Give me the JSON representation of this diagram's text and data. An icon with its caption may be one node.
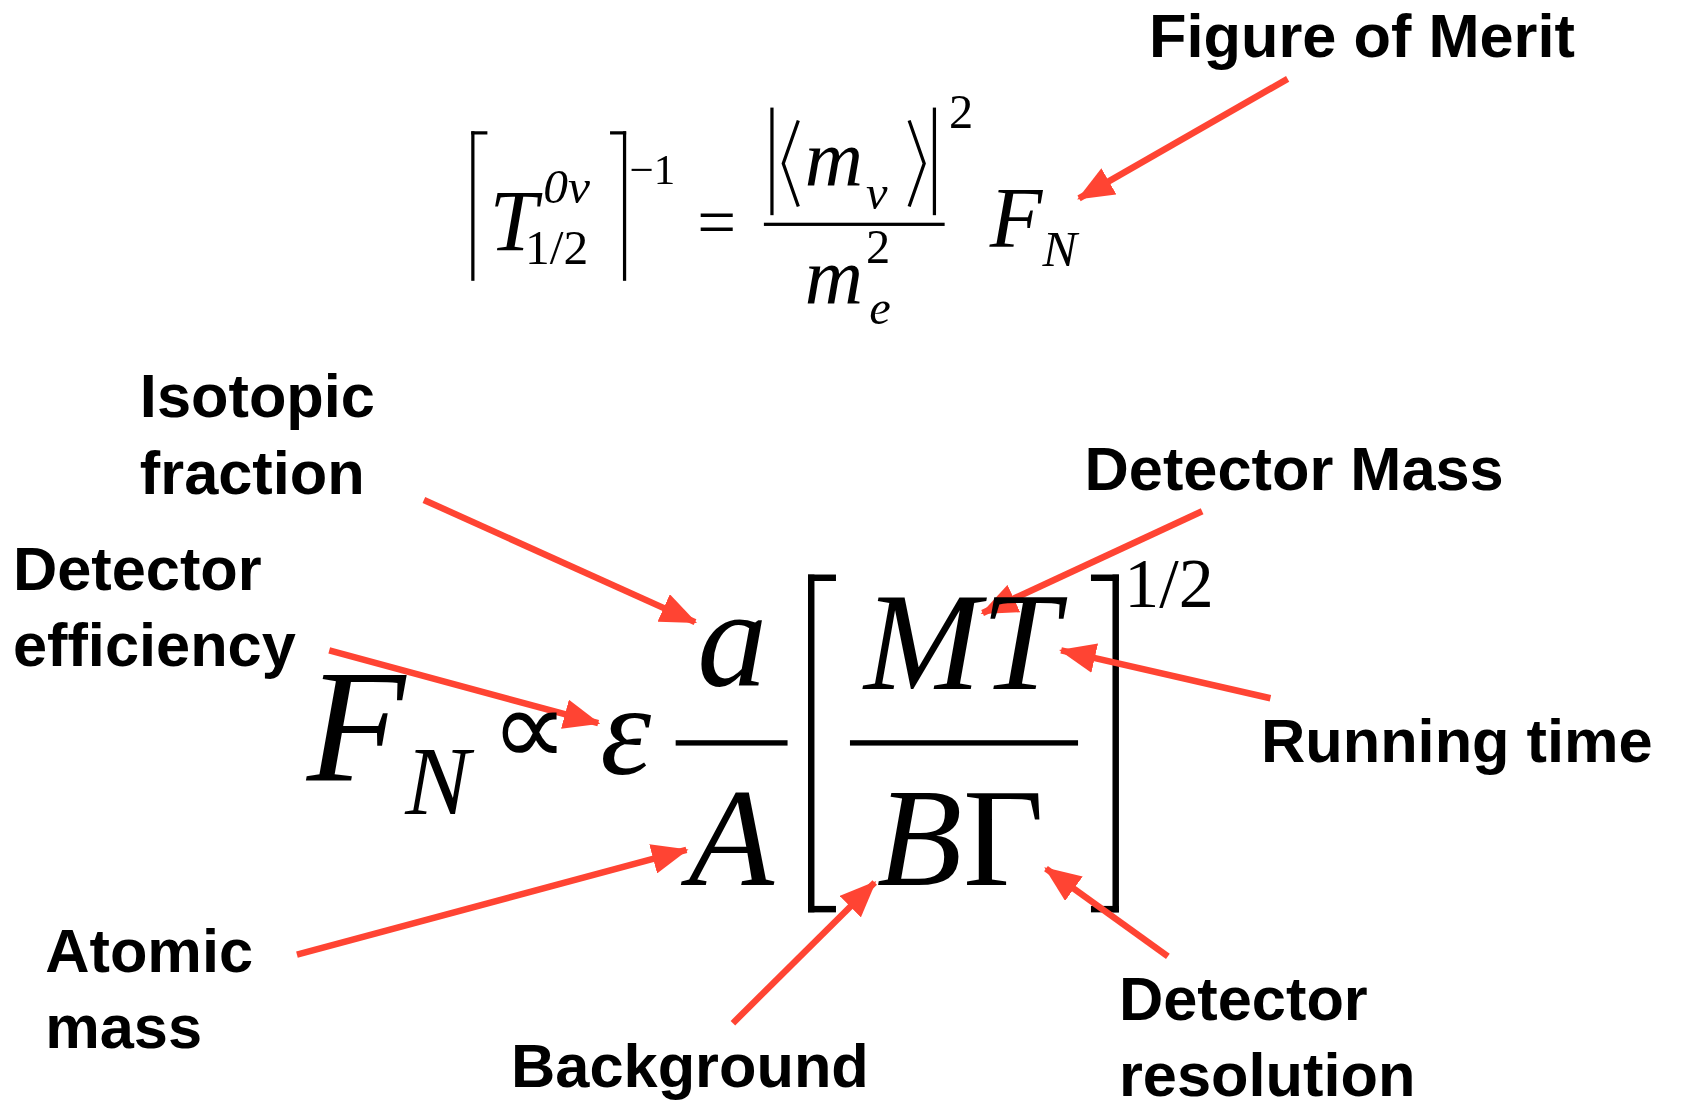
{
  "diagram": {
    "nodes": [
      {
        "text": [
          "Figure of Merit"
        ]
      },
      {
        "text": [
          "F$_{N}$"
        ]
      },
      {
        "text": [
          "Isotopic fraction"
        ]
      },
      {
        "text": [
          "Detector Mass"
        ]
      },
      {
        "text": [
          "Detector efficiency"
        ]
      },
      {
        "text": [
          "ε"
        ]
      },
      {
        "text": [
          "a"
        ]
      },
      {
        "text": [
          "M"
        ]
      },
      {
        "text": [
          "T"
        ]
      },
      {
        "text": [
          "Running time"
        ]
      },
      {
        "text": [
          "A"
        ]
      },
      {
        "text": [
          "B"
        ]
      },
      {
        "text": [
          "Γ"
        ]
      },
      {
        "text": [
          "Atomic mass"
        ]
      },
      {
        "text": [
          "Background"
        ]
      },
      {
        "text": [
          "Detector resolution"
        ]
      }
    ],
    "edges": [
      {
        "from": 0,
        "to": 1,
        "arrow": "to"
      },
      {
        "from": 2,
        "to": 6,
        "arrow": "to"
      },
      {
        "from": 4,
        "to": 5,
        "arrow": "to"
      },
      {
        "from": 3,
        "to": 7,
        "arrow": "to"
      },
      {
        "from": 9,
        "to": 8,
        "arrow": "to"
      },
      {
        "from": 13,
        "to": 10,
        "arrow": "to"
      },
      {
        "from": 14,
        "to": 11,
        "arrow": "to"
      },
      {
        "from": 15,
        "to": 12,
        "arrow": "to"
      }
    ],
    "labels": [
      "T",
      "0ν",
      "1/2",
      "−1",
      "=",
      "m",
      "ν",
      "2",
      "m",
      "2",
      "e",
      "F$_{N}$",
      "∝",
      "1/2"
    ]
  }
}
